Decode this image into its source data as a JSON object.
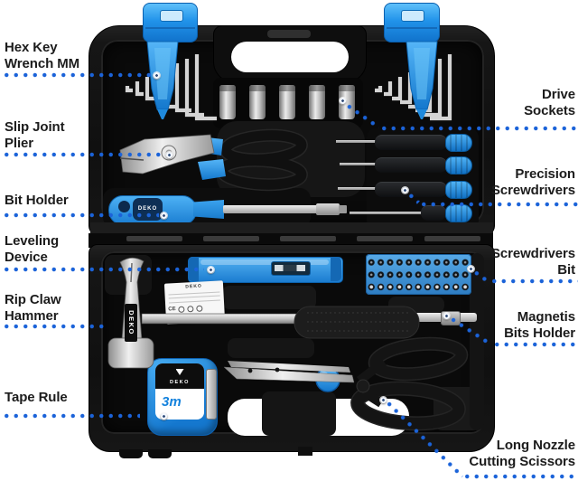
{
  "colors": {
    "leader_blue": "#1b63d9",
    "tool_blue": "#2ba0f2",
    "case_black": "#141414",
    "label_text": "#1c1c1c"
  },
  "callouts": {
    "left": [
      {
        "label": "Hex Key\nWrench MM"
      },
      {
        "label": "Slip Joint\nPlier"
      },
      {
        "label": "Bit Holder"
      },
      {
        "label": "Leveling\nDevice"
      },
      {
        "label": "Rip Claw\nHammer"
      },
      {
        "label": "Tape Rule"
      }
    ],
    "right": [
      {
        "label": "Drive\nSockets"
      },
      {
        "label": "Precision\nScrewdrivers"
      },
      {
        "label": "Screwdrivers\nBit"
      },
      {
        "label": "Magnetis\nBits Holder"
      },
      {
        "label": "Long Nozzle\nCutting Scissors"
      }
    ]
  },
  "product": {
    "tape_rule": {
      "brand": "DEKO",
      "length": "3m"
    },
    "hammer": {
      "brand": "DEKO"
    },
    "bit_holder": {
      "brand": "DEKO"
    },
    "info_card": {
      "brand": "DEKO",
      "cert": "CE"
    }
  }
}
